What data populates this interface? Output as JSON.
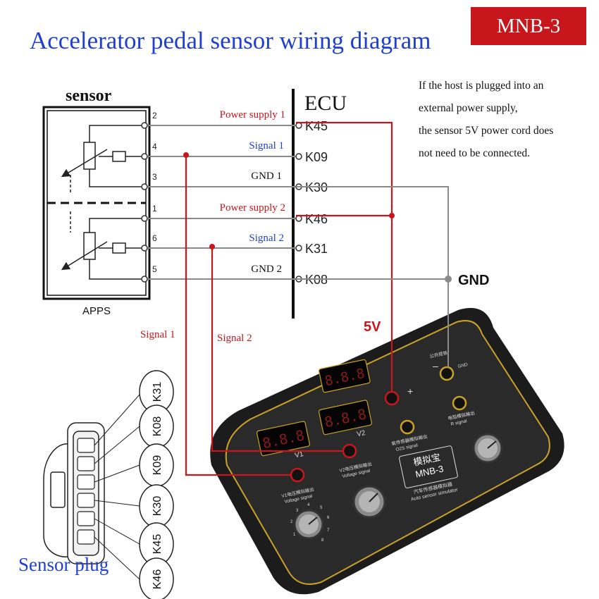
{
  "title": "Accelerator pedal sensor wiring diagram",
  "badge": "MNB-3",
  "note": [
    "If the host is plugged into an",
    "external power supply,",
    "the sensor 5V power cord does",
    "not need to be connected."
  ],
  "sensor": {
    "label": "sensor",
    "apps_label": "APPS",
    "pins": [
      "2",
      "4",
      "3",
      "1",
      "6",
      "5"
    ]
  },
  "ecu": {
    "label": "ECU",
    "pins": [
      "K45",
      "K09",
      "K30",
      "K46",
      "K31",
      "K08"
    ]
  },
  "wires": {
    "power1": "Power supply 1",
    "signal1": "Signal 1",
    "gnd1": "GND 1",
    "power2": "Power supply 2",
    "signal2": "Signal 2",
    "gnd2": "GND 2"
  },
  "labels": {
    "gnd": "GND",
    "five_v": "5V",
    "signal1_vertical": "Signal 1",
    "signal2_vertical": "Signal 2",
    "plus": "+",
    "minus": "–"
  },
  "plug": {
    "label": "Sensor plug",
    "pins": [
      "K31",
      "K08",
      "K09",
      "K30",
      "K45",
      "K46"
    ]
  },
  "device": {
    "name_cn": "模拟宝",
    "model": "MNB-3",
    "subtitle_cn": "汽车传感器模拟器",
    "subtitle_en": "Auto sensor simulator",
    "display_v1": "8.8.8",
    "display_v2": "8.8.8",
    "display_v3": "8.8.8",
    "v1_label": "V1",
    "v2_label": "V2",
    "v1_signal_cn": "V1电压模拟输出",
    "v1_signal_en": "Voltage signal",
    "v2_signal_cn": "V2电压模拟输出",
    "v2_signal_en": "Voltage signal",
    "o2_cn": "氧传感器模拟输出",
    "o2_en": "O2S signal",
    "r_cn": "电阻模拟输出",
    "r_en": "R signal",
    "gnd_cn": "公共搭铁",
    "gnd_en": "GND",
    "dial_marks": [
      "1",
      "2",
      "3",
      "4",
      "5",
      "6",
      "7",
      "8"
    ]
  },
  "colors": {
    "blue": "#1f3fd0",
    "red": "#c8161d",
    "wire_gray": "#8a8a8a",
    "device_body": "#1c1c1c",
    "panel_trim": "#c9a227"
  }
}
